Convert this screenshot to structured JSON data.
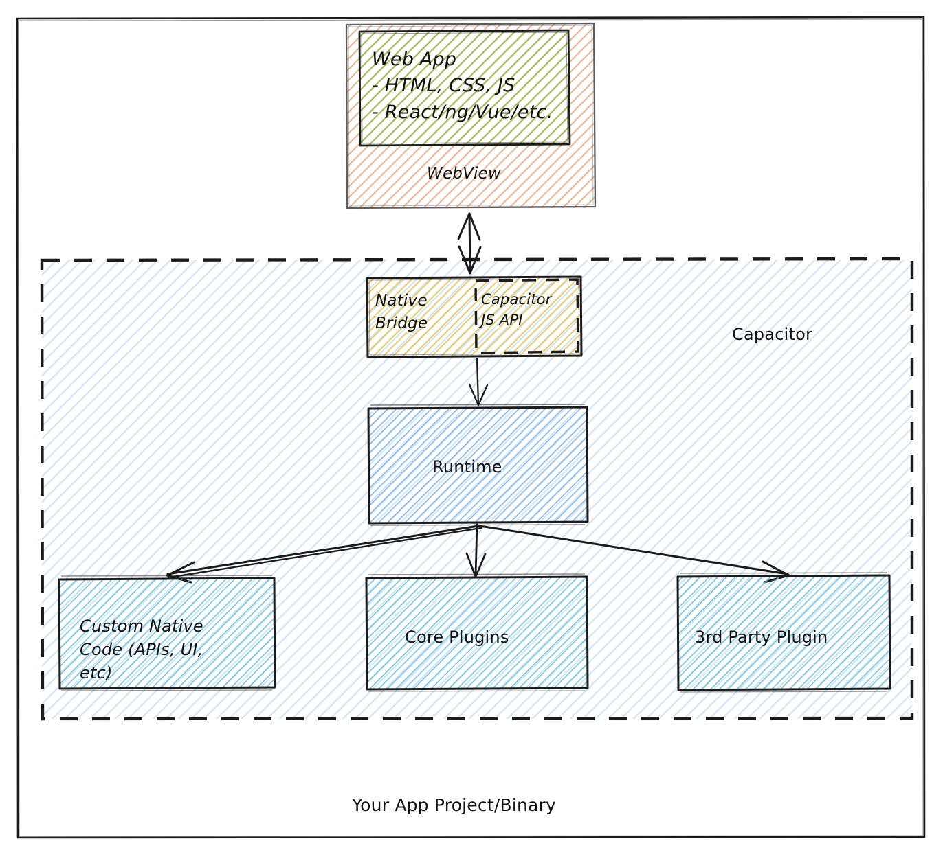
{
  "diagram": {
    "title_footer": "Your App Project/Binary",
    "container_label": "Capacitor",
    "colors": {
      "webview_fill": "#e8a87c",
      "webapp_fill": "#8fb84a",
      "bridge_fill": "#e8c547",
      "runtime_fill": "#6ba4e8",
      "plugin_fill": "#4db6d4",
      "capacitor_zone_fill": "#bcd9f0",
      "stroke": "#1b1b1b",
      "background": "#ffffff"
    },
    "nodes": {
      "webview": {
        "label": "WebView",
        "fill": "#e8a87c"
      },
      "webapp": {
        "line1": "Web App",
        "line2": "- HTML, CSS, JS",
        "line3": "- React/ng/Vue/etc.",
        "fill": "#8fb84a"
      },
      "native_bridge": {
        "line1": "Native",
        "line2": "Bridge",
        "fill": "#e8c547"
      },
      "capacitor_js_api": {
        "line1": "Capacitor",
        "line2": "JS API",
        "style": "dashed"
      },
      "runtime": {
        "label": "Runtime",
        "fill": "#6ba4e8"
      },
      "custom_native_code": {
        "line1": "Custom Native",
        "line2": "Code (APIs, UI,",
        "line3": "etc)",
        "fill": "#4db6d4"
      },
      "core_plugins": {
        "label": "Core Plugins",
        "fill": "#4db6d4"
      },
      "third_party_plugin": {
        "label": "3rd Party Plugin",
        "fill": "#4db6d4"
      }
    },
    "edges": [
      {
        "from": "webview",
        "to": "native_bridge",
        "direction": "bidirectional"
      },
      {
        "from": "native_bridge",
        "to": "runtime",
        "direction": "down"
      },
      {
        "from": "runtime",
        "to": "custom_native_code",
        "direction": "down-left"
      },
      {
        "from": "runtime",
        "to": "core_plugins",
        "direction": "down"
      },
      {
        "from": "runtime",
        "to": "third_party_plugin",
        "direction": "down-right"
      }
    ]
  }
}
